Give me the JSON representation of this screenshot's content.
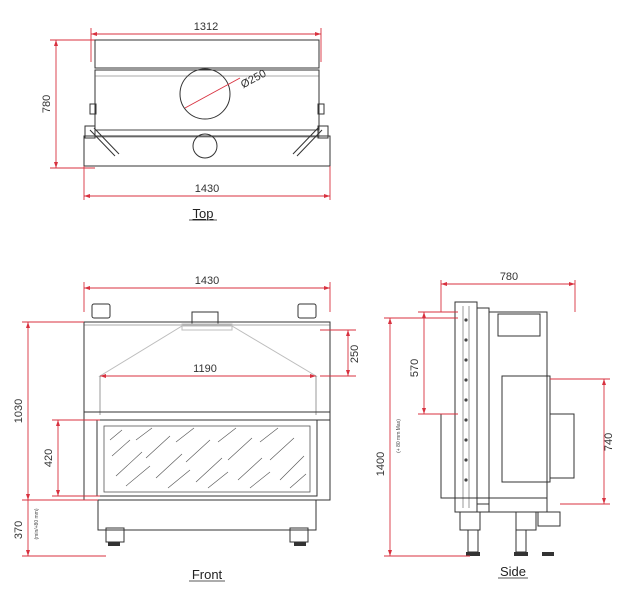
{
  "colors": {
    "dimension_line": "#d8313f",
    "outline": "#333333",
    "hood": "#bdbdbd"
  },
  "views": {
    "top": {
      "caption": "Top",
      "dim_width_top": "1312",
      "dim_height": "780",
      "dim_flue": "Ø250",
      "dim_width_bottom": "1430"
    },
    "front": {
      "caption": "Front",
      "dim_width": "1430",
      "dim_hood_height": "250",
      "dim_opening_width": "1190",
      "dim_total_height": "1030",
      "dim_glass_height": "420",
      "dim_base_height": "370",
      "dim_base_note": "(min/+80 mm)"
    },
    "side": {
      "caption": "Side",
      "dim_depth": "780",
      "dim_upper_height": "570",
      "dim_upper_note": "(+ 80 mm Max)",
      "dim_rear_height": "740",
      "dim_total_height": "1400"
    }
  }
}
